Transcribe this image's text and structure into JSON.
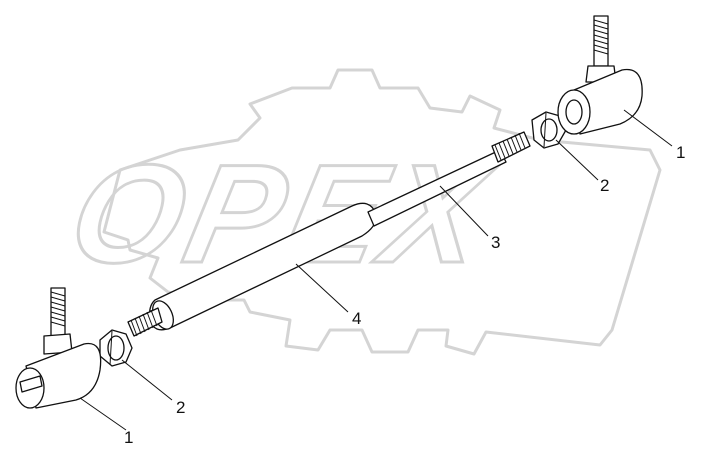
{
  "watermark": {
    "brand_text": "OPEX"
  },
  "callouts": {
    "rod_end_right": "1",
    "nut_right": "2",
    "threaded_stud": "3",
    "tube": "4",
    "nut_left": "2",
    "rod_end_left": "1"
  }
}
